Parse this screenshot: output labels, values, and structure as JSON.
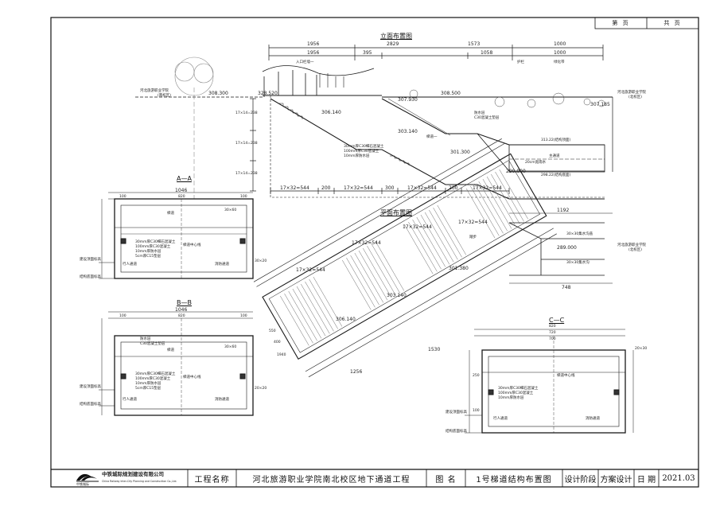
{
  "header": {
    "page_label": "第 页",
    "total_label": "共 页"
  },
  "titles": {
    "elevation": "立面布置图",
    "plan": "平面布置图",
    "section_a": "A—A",
    "section_b": "B—B",
    "section_c": "C—C"
  },
  "elevation": {
    "dims_top": [
      "1956",
      "2829",
      "1573",
      "1000"
    ],
    "dims_mid": [
      "1956",
      "395",
      "1058",
      "1000"
    ],
    "entrance_label": "入口栏墙一",
    "label_guard": "护栏",
    "label_green": "绿化带",
    "left_tag": "河北旅游职业学院",
    "left_tag_sub": "(南校区)",
    "right_tag": "河北旅游职业学院",
    "right_tag_sub": "(北校区)",
    "elev_left": "308.300",
    "elev_entry": "328.520",
    "elev_mid1": "306.140",
    "elev_mid2": "303.140",
    "elev_low": "301.300",
    "elev_top_r": "308.500",
    "elev_top_r2": "307.930",
    "elev_far_r": "307.185",
    "stair_label": "梯道一",
    "tunnel_top": "313.22(结构顶面)",
    "tunnel_name": "主通道",
    "tunnel_floor": "290.000",
    "tunnel_bottom": "298.22(结构底面)",
    "drain_label": "20cm宽雨水",
    "waterproof": "防水层",
    "waterproof_sub": "C30混凝土垫层",
    "layers": [
      "30mm厚C30细石混凝土",
      "100mm厚C30混凝土",
      "10mm厚防水层"
    ],
    "dims_bottom": [
      "17×32=544",
      "200",
      "17×32=544",
      "300",
      "17×32=544",
      "200",
      "17×32=544"
    ],
    "left_dims": [
      "17×14=238",
      "17×14=238",
      "17×14=238"
    ]
  },
  "plan": {
    "dims_diag": [
      "17×32=544",
      "17×32=544",
      "17×32=544",
      "17×32=544"
    ],
    "elev_1": "306.140",
    "elev_2": "303.140",
    "elev_3": "301.380",
    "elev_4": "289.000",
    "top_dim": "1192",
    "notes": [
      "30×30集水沟盖",
      "30×30集水沟"
    ],
    "right_tag": "河北旅游职业学院",
    "right_tag_sub": "(北校区)",
    "bottom_dims": [
      "1256",
      "1530",
      "748"
    ],
    "left_dims": [
      "550",
      "400",
      "1940"
    ],
    "stair_label": "踏步"
  },
  "section_a": {
    "top_dim": "1046",
    "sub_dims": [
      "100",
      "820",
      "100"
    ],
    "box_label": "30×60",
    "corner_label": "30×20",
    "layers": [
      "30mm厚C30细石混凝土",
      "100mm厚C30混凝土",
      "10mm厚防水层",
      "5cm厚C15垫层"
    ],
    "label_ground": "建设顶面标高",
    "label_struct": "结构底面标高",
    "text_stair": "梯道",
    "text_centre": "梯道中心线",
    "text_walk": "行人通道",
    "text_fire": "消防通道"
  },
  "section_b": {
    "top_dim": "1046",
    "sub_dims": [
      "100",
      "820",
      "100"
    ],
    "box_label": "30×60",
    "corner_label": "20×20",
    "layers": [
      "30mm厚C30细石混凝土",
      "100mm厚C30混凝土",
      "10mm厚防水层",
      "5cm厚C15垫层"
    ],
    "wp": [
      "防水层",
      "C30混凝土垫层"
    ],
    "label_ground": "建设顶面标高",
    "label_struct": "结构底面标高",
    "text_stair": "梯道",
    "text_centre": "梯道中心线",
    "text_walk": "行人通道",
    "text_fire": "消防通道"
  },
  "section_c": {
    "top_dims": [
      "820",
      "720",
      "700"
    ],
    "box_label": "20×30",
    "left_dims": [
      "250",
      "100"
    ],
    "layers": [
      "30mm厚C30细石混凝土",
      "100mm厚C30混凝土",
      "10mm厚防水层"
    ],
    "label_ground": "建设顶面标高",
    "label_struct": "结构底面标高",
    "text_centre": "梯道中心线",
    "text_walk": "行人通道",
    "text_fire": "消防通道"
  },
  "title_block": {
    "company_cn": "中铁城际规划建设有限公司",
    "company_en": "China Railway Inter-City Planning and Construction Co.,Ltd.",
    "logo_text": "中铁城际",
    "project_label": "工程名称",
    "project_value": "河北旅游职业学院南北校区地下通道工程",
    "drawing_label": "图  名",
    "drawing_value": "1号梯道结构布置图",
    "stage_label": "设计阶段",
    "stage_value": "方案设计",
    "date_label": "日  期",
    "date_value": "2021.03"
  },
  "colors": {
    "line": "#1a1a1a",
    "hatch": "#555555",
    "tree": "#9a9a9a",
    "paper": "#ffffff"
  }
}
